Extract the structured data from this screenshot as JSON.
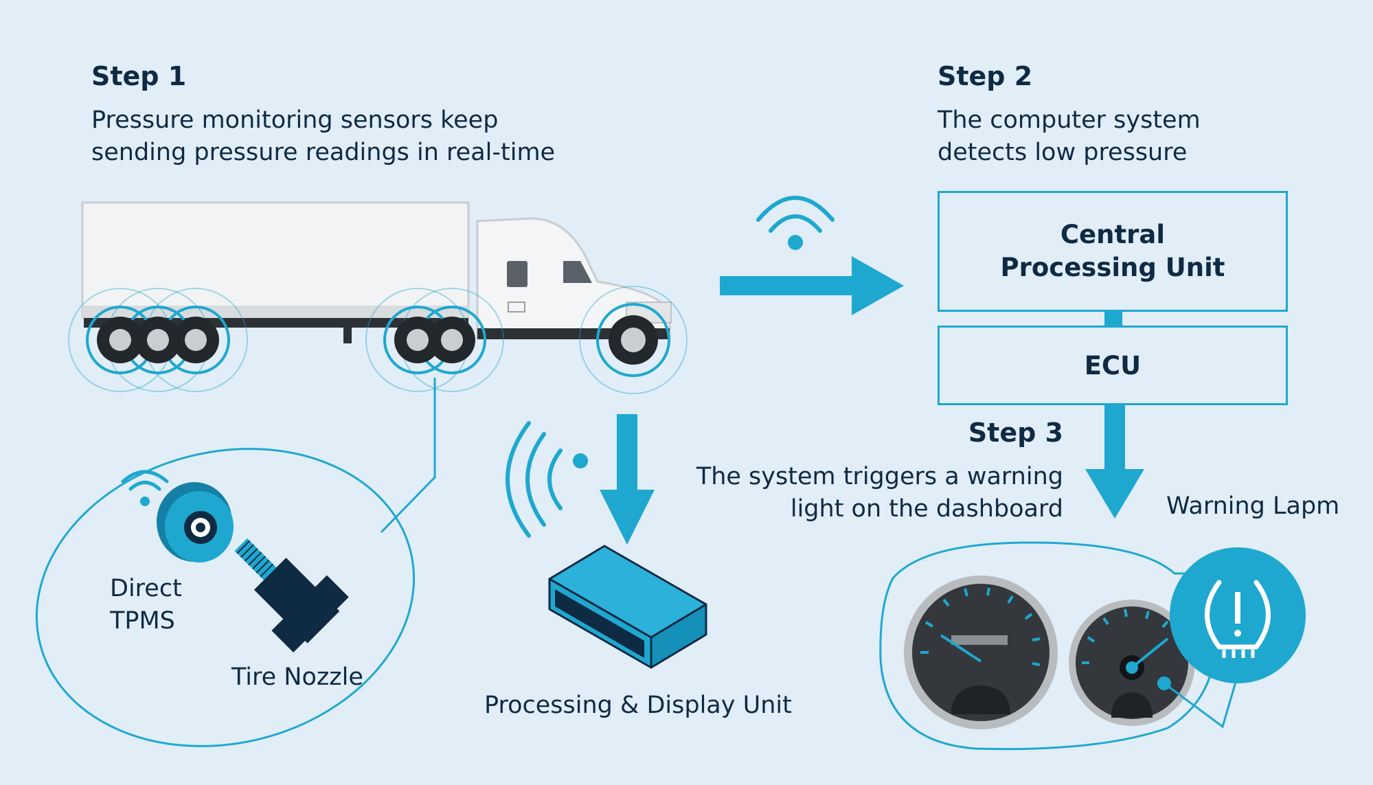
{
  "step1": {
    "title": "Step 1",
    "line1": "Pressure monitoring sensors keep",
    "line2": "sending pressure readings in real-time"
  },
  "step2": {
    "title": "Step 2",
    "line1": "The computer system",
    "line2": "detects low pressure"
  },
  "step3": {
    "title": "Step 3",
    "line1": "The system triggers a warning",
    "line2": "light on the dashboard"
  },
  "cpu_box": {
    "line1": "Central",
    "line2": "Processing Unit"
  },
  "ecu_box": {
    "label": "ECU"
  },
  "labels": {
    "direct": "Direct",
    "tpms": "TPMS",
    "tire_nozzle": "Tire Nozzle",
    "processing_display": "Processing & Display Unit",
    "warning_lamp": "Warning Lapm"
  },
  "colors": {
    "background": "#e1edf7",
    "accent": "#1ea8cf",
    "text": "#0f2a43"
  }
}
